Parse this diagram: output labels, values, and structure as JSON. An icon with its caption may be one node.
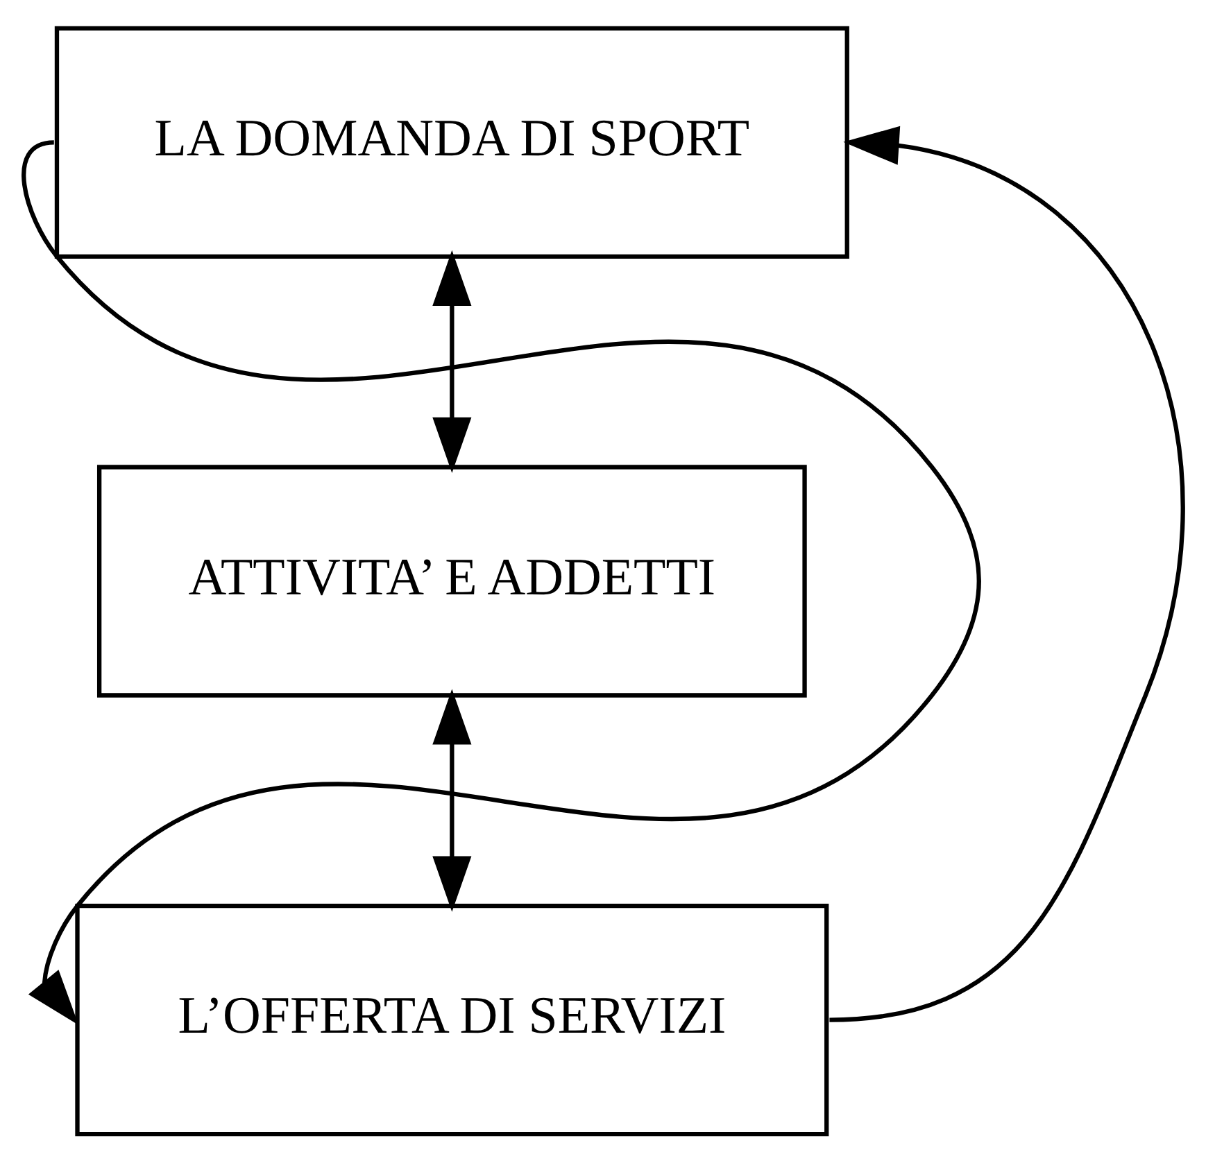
{
  "diagram": {
    "nodes": [
      {
        "text": [
          "LA DOMANDA DI SPORT"
        ]
      },
      {
        "text": [
          "ATTIVITA’ E ADDETTI"
        ]
      },
      {
        "text": [
          "L’OFFERTA DI SERVIZI"
        ]
      }
    ],
    "edges": [
      {
        "from": 0,
        "to": 1,
        "arrow": "both"
      },
      {
        "from": 1,
        "to": 2,
        "arrow": "both"
      },
      {
        "from": 0,
        "to": 2,
        "arrow": "to"
      },
      {
        "from": 2,
        "to": 0,
        "arrow": "to"
      }
    ]
  }
}
